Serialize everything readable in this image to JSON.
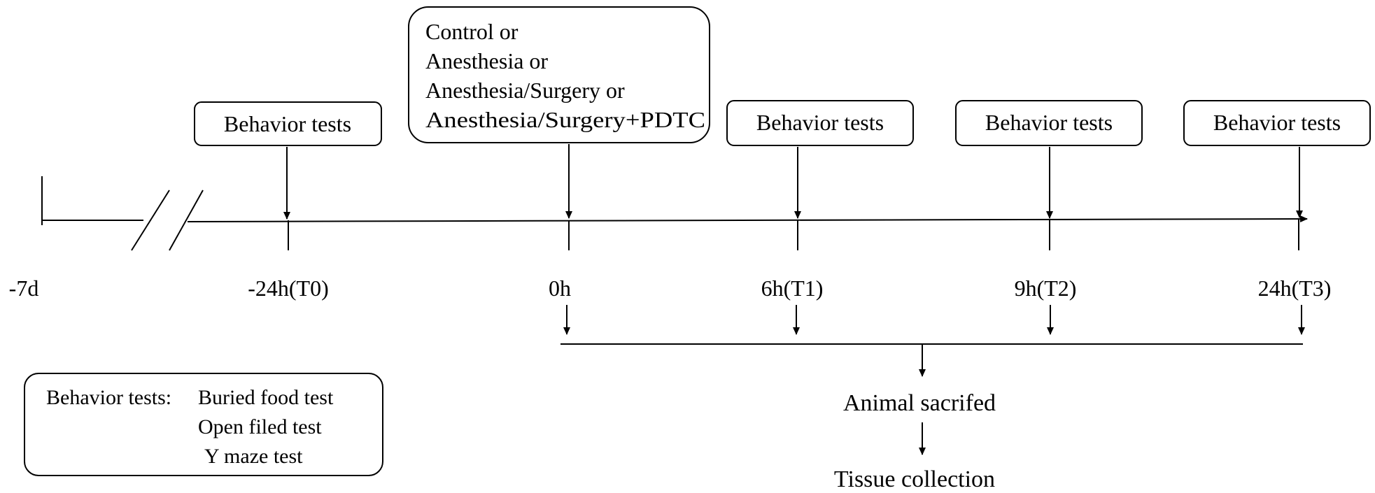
{
  "timeline": {
    "ticks": [
      "-7d",
      "-24h(T0)",
      "0h",
      "6h(T1)",
      "9h(T2)",
      "24h(T3)"
    ]
  },
  "boxes": {
    "behavior_tests_label": "Behavior tests",
    "treatment_lines": [
      "Control or",
      "Anesthesia or",
      "Anesthesia/Surgery or",
      "Anesthesia/Surgery+PDTC"
    ]
  },
  "outcome": {
    "sacrifice": "Animal sacrifed",
    "collection": "Tissue collection"
  },
  "legend": {
    "heading": "Behavior tests:",
    "items": [
      "Buried food test",
      "Open filed test",
      "Y maze test"
    ]
  },
  "colors": {
    "line": "#000000",
    "background": "#ffffff"
  }
}
